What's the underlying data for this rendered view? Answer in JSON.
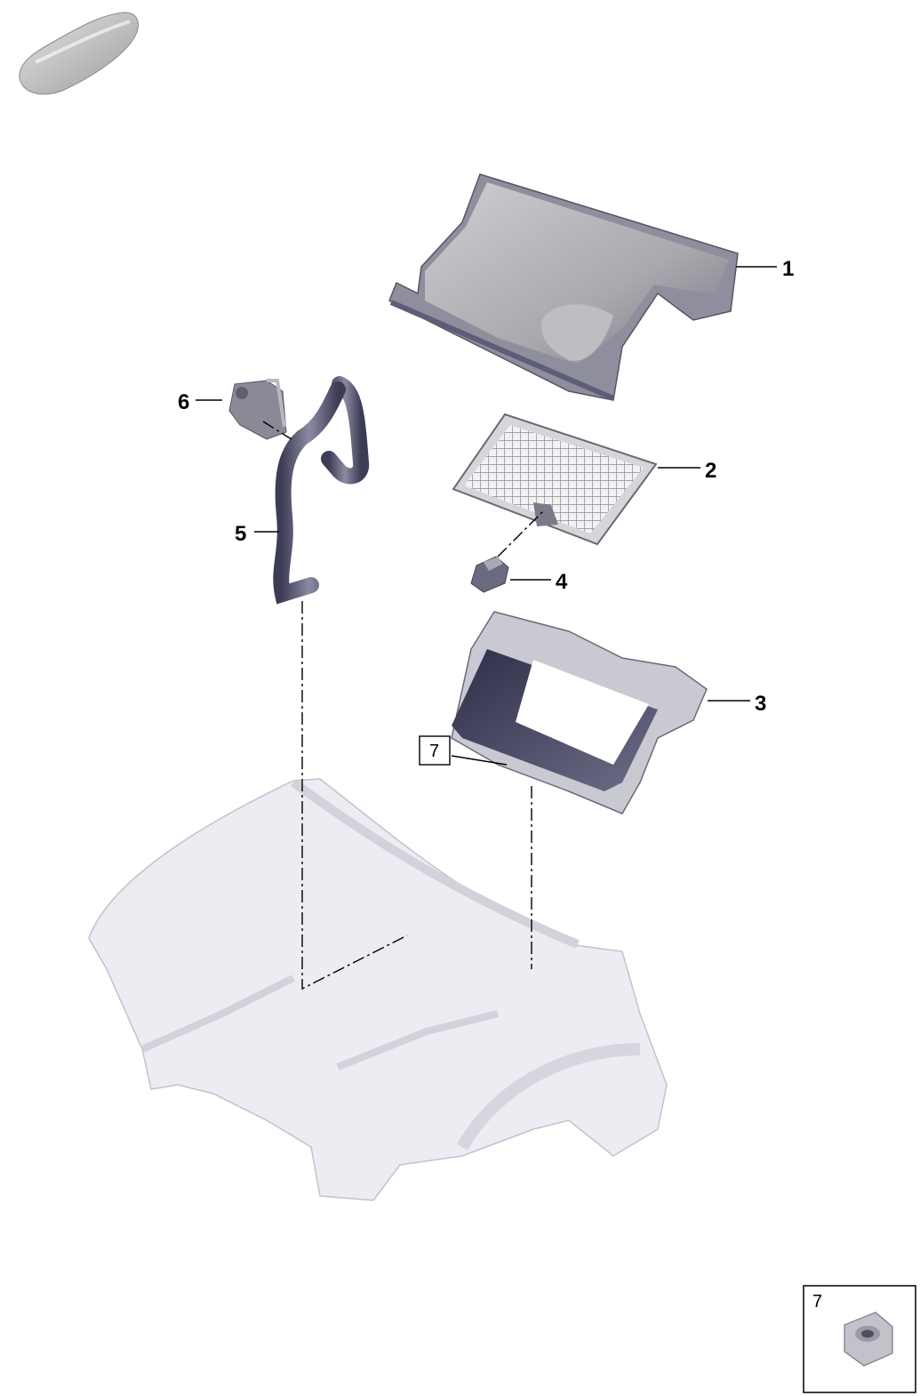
{
  "callouts": {
    "c1": "1",
    "c2": "2",
    "c3": "3",
    "c4": "4",
    "c5": "5",
    "c6": "6",
    "c7_box": "7"
  },
  "detail_box": {
    "label": "7"
  },
  "colors": {
    "part_dark": "#4a4a6a",
    "part_mid": "#9a9aa8",
    "part_light": "#d8d8dc",
    "body_structure": "#e6e6ee"
  },
  "icons": [
    "vehicle-silhouette-icon",
    "nut-icon"
  ]
}
